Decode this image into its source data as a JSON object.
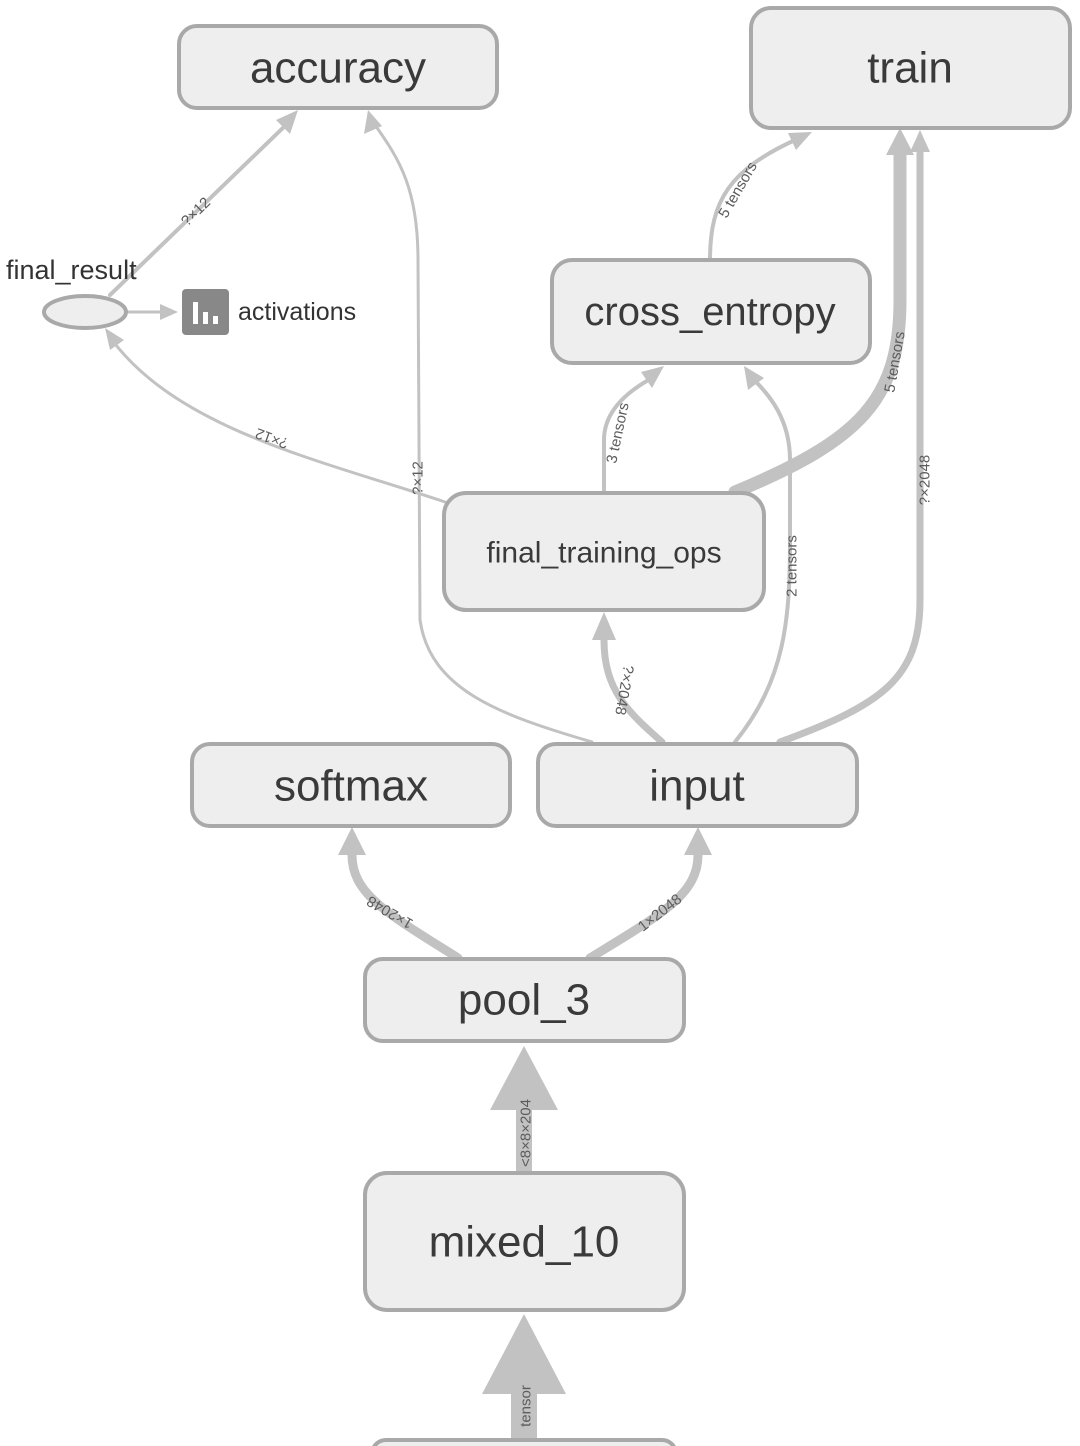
{
  "nodes": {
    "accuracy": "accuracy",
    "train": "train",
    "cross_entropy": "cross_entropy",
    "final_training_ops": "final_training_ops",
    "softmax": "softmax",
    "input": "input",
    "pool_3": "pool_3",
    "mixed_10": "mixed_10",
    "final_result": "final_result",
    "activations": "activations"
  },
  "edges": {
    "final_result_to_accuracy": "?×12",
    "ops_to_final_result": "?×12",
    "input_to_accuracy": "?×12",
    "cross_entropy_to_train": "5 tensors",
    "ops_to_train": "5 tensors",
    "input_to_train": "?×2048",
    "ops_to_cross_entropy": "3 tensors",
    "input_to_cross_entropy": "2 tensors",
    "input_to_ops": "?×2048",
    "pool_to_softmax": "1×2048",
    "pool_to_input": "1×2048",
    "mixed_to_pool": "<8×8×204",
    "tensor_to_mixed": "tensor"
  },
  "colors": {
    "node_fill": "#eeeeee",
    "node_stroke": "#a9a9a9",
    "edge": "#c2c2c2",
    "summary_icon": "#888888"
  },
  "icons": {
    "summary": "bar-chart-icon"
  }
}
